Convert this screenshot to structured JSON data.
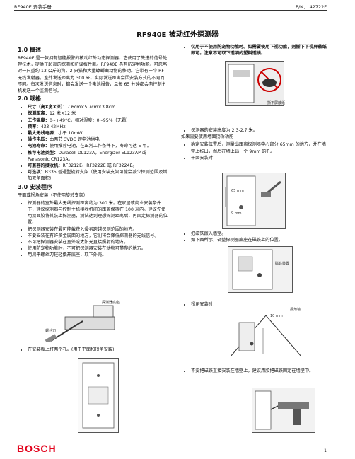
{
  "header": {
    "left": "RF940E 安装手册",
    "right": "P/N： 42722F"
  },
  "title": "RF940E 被动红外探测器",
  "sec1": {
    "heading": "1.0  概述",
    "body": "RF940E 是一款拥有智能报警的被动红外动态探测器。它使用了先进的信号处理技术，提供了超高的探测和防误报性能。RF940E 具有防宠物功能，可忽略对一只重约 13 公斤的狗，2 只猫和大量蟑螂由动物的移动。它带有一个 RF 无线发射器，室外发送距离为 300 米。实际发送距离会因安装方式的不同而不同。每次发送信息时，都会发送一个电池报告，且每 65 分钟都会向控制主机发送一个监测信号。"
  },
  "sec2": {
    "heading": "2.0  规格",
    "specs": [
      {
        "label": "尺寸（高X宽X深）：",
        "value": "7.6cm×5.7cm×3.8cm"
      },
      {
        "label": "探测距离：",
        "value": "12 米×12 米"
      },
      {
        "label": "工作温度：",
        "value": "0~+49°C，相对湿度：0~95%（无霜）"
      },
      {
        "label": "频率：",
        "value": "433.42MHz"
      },
      {
        "label": "最大无线电源：",
        "value": "小于 10mW"
      },
      {
        "label": "操作电压：",
        "value": "由两节 3VDC 锂电池供电"
      },
      {
        "label": "电池寿命：",
        "value": "使用推荐电池，在正常工作条件下，寿命可达 5 年。"
      },
      {
        "label": "推荐电池类型：",
        "value": "Duracell DL123A，Energizer EL123AP 或 Panasonic CR123A。"
      },
      {
        "label": "可兼容的接收机：",
        "value": "RF3212E、RF3222E 或 RF3224E。"
      },
      {
        "label": "可选项：",
        "value": "B335 普通型旋转支架（使用安装支架可能会减少探测范围及增加死角面积）"
      }
    ]
  },
  "sec3": {
    "heading": "3.0  安装程序",
    "intro": "平面或拐角安装（不使用旋转支架）",
    "items": [
      "探测器的室外最大无线探测距离约为 300 米。在家居或商业安装条件下，建议探测器与控制主机接收机间的距离保持在 100 米内。建议先使用双面胶将其装上探测器，测试达到理想探测距离后，再固定探测器的位置。",
      "把探测器安装在最可能截获入侵者跨越探测范围的地方。",
      "不要安装在有许多金属面的地方，它们将会降低探测器的无线信号。",
      "不可把探测器安装在室外或太阳光直接照射的地方。",
      "使用防宠物功能时，不可把探测器安装在动物可攀爬的地方。",
      "用扁平螺丝刀轻轻撬开底座，取下外壳。"
    ],
    "caption_bottom": "在安装板上打两个孔。(用于平面和拐角安装)"
  },
  "right": {
    "pet_note": "仅用于不使用防宠物功能时。如需要使用下视功能，则撕下下视屏蔽纸即可。注意不可取下透明的塑料透镜。",
    "fig1_label": "撕下屏蔽纸",
    "height_note": "探测器的安装高度为 2.3-2.7 米。",
    "wall_intro": "如果需要使用墙面拐拆功能",
    "items": [
      "确定安装位置后，测量出距离探测器中心部分 65mm 的地方，并在墙壁上标出，然后在墙上钻一个 9mm 的孔。",
      "平面安装时：",
      "把磁铁敲入墙壁。",
      "如下图所示，调整探测器底座在磁铁上的位置。",
      "拐角安装时：",
      "不要把磁铁直接安装在墙壁上，建议用胶把磁铁固定在墙壁中。"
    ],
    "dim_65": "65 mm",
    "dim_9": "9 mm",
    "dim_10": "10 mm",
    "fig_magnet": "磁铁装置",
    "fig_corner": "拐角墙"
  },
  "fig_left": {
    "label1": "探测器底座",
    "label2": "螺丝刀"
  },
  "footer": {
    "logo": "BOSCH",
    "page": "1"
  }
}
